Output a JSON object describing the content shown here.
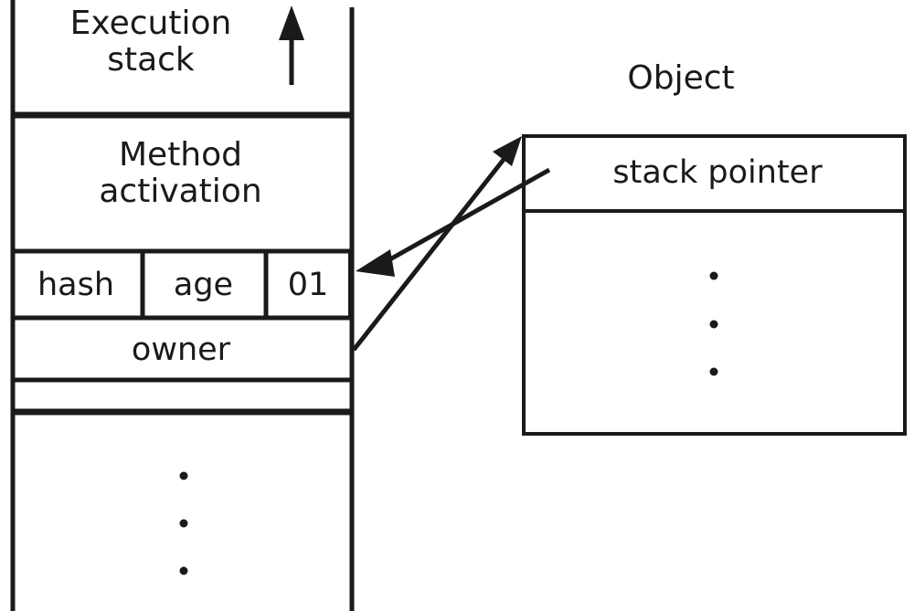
{
  "diagram": {
    "title_left": "Execution\nstack",
    "title_right": "Object",
    "stack": {
      "growth_arrow": "up-arrow-icon",
      "frames": [
        {
          "name": "method-activation",
          "label": "Method\nactivation"
        },
        {
          "name": "header-row",
          "cells": [
            {
              "name": "hash",
              "label": "hash"
            },
            {
              "name": "age",
              "label": "age"
            },
            {
              "name": "bits",
              "label": "01"
            }
          ]
        },
        {
          "name": "owner",
          "label": "owner"
        },
        {
          "name": "blank-slot",
          "label": ""
        },
        {
          "name": "lower-stack",
          "label": "·\n·\n·"
        }
      ]
    },
    "object": {
      "rows": [
        {
          "name": "stack-pointer",
          "label": "stack pointer"
        },
        {
          "name": "object-body",
          "label": "·\n·\n·"
        }
      ]
    },
    "connections": [
      {
        "name": "owner-to-object",
        "from": "owner",
        "to": "object-top",
        "direction": "up-right"
      },
      {
        "name": "stack-pointer-to-lock",
        "from": "stack-pointer",
        "to": "bits-cell",
        "direction": "down-left"
      }
    ],
    "colors": {
      "stroke": "#1a1a1a",
      "background": "#ffffff",
      "text": "#1a1a1a"
    }
  }
}
